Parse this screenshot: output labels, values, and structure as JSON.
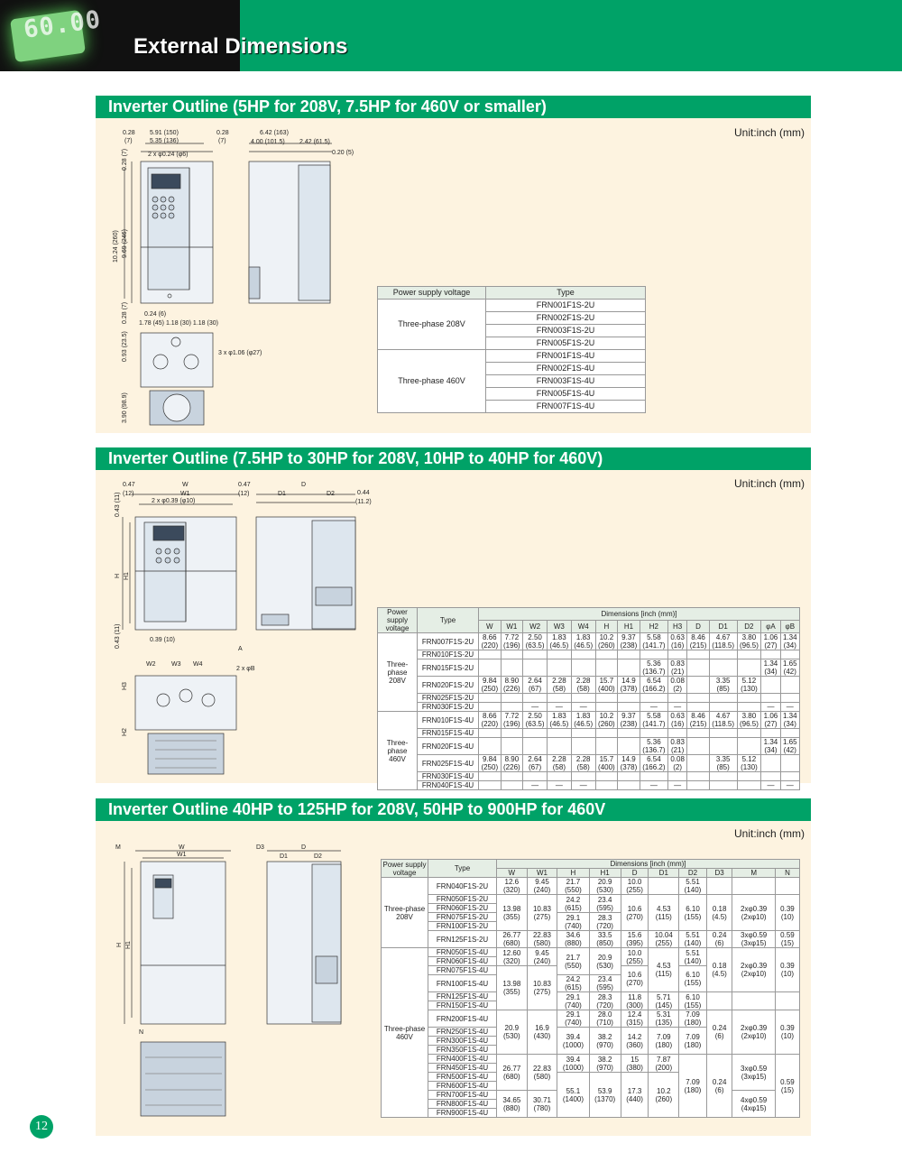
{
  "header": {
    "title": "External Dimensions",
    "lcd_text": "60.00"
  },
  "section1": {
    "title": "Inverter Outline (5HP for 208V, 7.5HP for 460V or smaller)",
    "unit": "Unit:inch (mm)",
    "dims": {
      "d1": "0.28",
      "d1b": "(7)",
      "d2": "5.91 (150)",
      "d3": "5.35 (136)",
      "d4": "0.28",
      "d4b": "(7)",
      "d5": "6.42 (163)",
      "d6": "4.00 (101.5)",
      "d7": "2.42 (61.5)",
      "d8": "0.20 (5)",
      "d9": "2 x φ0.24 (φ6)",
      "d10": "10.24 (260)",
      "d11": "9.69 (246)",
      "d12": "0.28 (7)",
      "d13": "0.28 (7)",
      "d14": "0.24 (6)",
      "d15": "1.78 (45) 1.18 (30) 1.18 (30)",
      "d16": "0.93 (23.5)",
      "d17": "3 x φ1.06 (φ27)",
      "d18": "3.90 (98.9)"
    },
    "table": {
      "headers": [
        "Power supply voltage",
        "Type"
      ],
      "groups": [
        {
          "voltage": "Three-phase 208V",
          "types": [
            "FRN001F1S-2U",
            "FRN002F1S-2U",
            "FRN003F1S-2U",
            "FRN005F1S-2U"
          ]
        },
        {
          "voltage": "Three-phase 460V",
          "types": [
            "FRN001F1S-4U",
            "FRN002F1S-4U",
            "FRN003F1S-4U",
            "FRN005F1S-4U",
            "FRN007F1S-4U"
          ]
        }
      ]
    }
  },
  "section2": {
    "title": "Inverter Outline (7.5HP to 30HP for 208V, 10HP to 40HP for 460V)",
    "unit": "Unit:inch (mm)",
    "dims": {
      "a": "0.47",
      "a2": "(12)",
      "w": "W",
      "w1": "W1",
      "b": "0.47",
      "b2": "(12)",
      "d": "D",
      "dd1": "D1",
      "dd2": "D2",
      "c": "0.44",
      "c2": "(11.2)",
      "e": "2 x φ0.39 (φ10)",
      "f": "0.43 (11)",
      "h": "H",
      "h1": "H1",
      "g": "0.43 (11)",
      "i": "0.39 (10)",
      "w2": "W2",
      "w3": "W3",
      "w4": "W4",
      "aa": "A",
      "bb": "2 x φB",
      "h3": "H3",
      "h2": "H2"
    },
    "table": {
      "col_psv": "Power supply voltage",
      "col_type": "Type",
      "col_dims": "Dimensions [inch (mm)]",
      "dim_cols": [
        "W",
        "W1",
        "W2",
        "W3",
        "W4",
        "H",
        "H1",
        "H2",
        "H3",
        "D",
        "D1",
        "D2",
        "φA",
        "φB"
      ],
      "rows": [
        {
          "v": "Three-phase 208V",
          "type": "FRN007F1S-2U",
          "cells": [
            "8.66 (220)",
            "7.72 (196)",
            "2.50 (63.5)",
            "1.83 (46.5)",
            "1.83 (46.5)",
            "10.2 (260)",
            "9.37 (238)",
            "5.58 (141.7)",
            "0.63 (16)",
            "8.46 (215)",
            "4.67 (118.5)",
            "3.80 (96.5)",
            "1.06 (27)",
            "1.34 (34)"
          ]
        },
        {
          "v": "",
          "type": "FRN010F1S-2U",
          "cells": [
            "",
            "",
            "",
            "",
            "",
            "",
            "",
            "",
            "",
            "",
            "",
            "",
            "",
            ""
          ]
        },
        {
          "v": "",
          "type": "FRN015F1S-2U",
          "cells": [
            "",
            "",
            "",
            "",
            "",
            "",
            "",
            "5.36 (136.7)",
            "0.83 (21)",
            "",
            "",
            "",
            "1.34 (34)",
            "1.65 (42)"
          ]
        },
        {
          "v": "",
          "type": "FRN020F1S-2U",
          "cells": [
            "9.84 (250)",
            "8.90 (226)",
            "2.64 (67)",
            "2.28 (58)",
            "2.28 (58)",
            "15.7 (400)",
            "14.9 (378)",
            "6.54 (166.2)",
            "0.08 (2)",
            "",
            "3.35 (85)",
            "5.12 (130)",
            "",
            ""
          ]
        },
        {
          "v": "",
          "type": "FRN025F1S-2U",
          "cells": [
            "",
            "",
            "",
            "",
            "",
            "",
            "",
            "",
            "",
            "",
            "",
            "",
            "",
            ""
          ]
        },
        {
          "v": "",
          "type": "FRN030F1S-2U",
          "cells": [
            "",
            "",
            "—",
            "—",
            "—",
            "",
            "",
            "—",
            "—",
            "",
            "",
            "",
            "—",
            "—"
          ]
        },
        {
          "v": "Three-phase 460V",
          "type": "FRN010F1S-4U",
          "cells": [
            "8.66 (220)",
            "7.72 (196)",
            "2.50 (63.5)",
            "1.83 (46.5)",
            "1.83 (46.5)",
            "10.2 (260)",
            "9.37 (238)",
            "5.58 (141.7)",
            "0.63 (16)",
            "8.46 (215)",
            "4.67 (118.5)",
            "3.80 (96.5)",
            "1.06 (27)",
            "1.34 (34)"
          ]
        },
        {
          "v": "",
          "type": "FRN015F1S-4U",
          "cells": [
            "",
            "",
            "",
            "",
            "",
            "",
            "",
            "",
            "",
            "",
            "",
            "",
            "",
            ""
          ]
        },
        {
          "v": "",
          "type": "FRN020F1S-4U",
          "cells": [
            "",
            "",
            "",
            "",
            "",
            "",
            "",
            "5.36 (136.7)",
            "0.83 (21)",
            "",
            "",
            "",
            "1.34 (34)",
            "1.65 (42)"
          ]
        },
        {
          "v": "",
          "type": "FRN025F1S-4U",
          "cells": [
            "9.84 (250)",
            "8.90 (226)",
            "2.64 (67)",
            "2.28 (58)",
            "2.28 (58)",
            "15.7 (400)",
            "14.9 (378)",
            "6.54 (166.2)",
            "0.08 (2)",
            "",
            "3.35 (85)",
            "5.12 (130)",
            "",
            ""
          ]
        },
        {
          "v": "",
          "type": "FRN030F1S-4U",
          "cells": [
            "",
            "",
            "",
            "",
            "",
            "",
            "",
            "",
            "",
            "",
            "",
            "",
            "",
            ""
          ]
        },
        {
          "v": "",
          "type": "FRN040F1S-4U",
          "cells": [
            "",
            "",
            "—",
            "—",
            "—",
            "",
            "",
            "—",
            "—",
            "",
            "",
            "",
            "—",
            "—"
          ]
        }
      ]
    }
  },
  "section3": {
    "title": "Inverter Outline 40HP to 125HP for 208V, 50HP to 900HP for 460V",
    "unit": "Unit:inch (mm)",
    "dims": {
      "m": "M",
      "w": "W",
      "w1": "W1",
      "d3": "D3",
      "d": "D",
      "d1": "D1",
      "d2": "D2",
      "h": "H",
      "h1": "H1",
      "n": "N"
    },
    "table": {
      "col_psv": "Power supply voltage",
      "col_type": "Type",
      "col_dims": "Dimensions [inch (mm)]",
      "dim_cols": [
        "W",
        "W1",
        "H",
        "H1",
        "D",
        "D1",
        "D2",
        "D3",
        "M",
        "N"
      ],
      "v208": "Three-phase 208V",
      "v460": "Three-phase 460V",
      "types208": [
        "FRN040F1S-2U",
        "FRN050F1S-2U",
        "FRN060F1S-2U",
        "FRN075F1S-2U",
        "FRN100F1S-2U",
        "FRN125F1S-2U"
      ],
      "types460": [
        "FRN050F1S-4U",
        "FRN060F1S-4U",
        "FRN075F1S-4U",
        "FRN100F1S-4U",
        "FRN125F1S-4U",
        "FRN150F1S-4U",
        "FRN200F1S-4U",
        "FRN250F1S-4U",
        "FRN300F1S-4U",
        "FRN350F1S-4U",
        "FRN400F1S-4U",
        "FRN450F1S-4U",
        "FRN500F1S-4U",
        "FRN600F1S-4U",
        "FRN700F1S-4U",
        "FRN800F1S-4U",
        "FRN900F1S-4U"
      ],
      "vals": {
        "a1": "12.6 (320)",
        "a2": "9.45 (240)",
        "a3": "21.7 (550)",
        "a4": "20.9 (530)",
        "a5": "10.0 (255)",
        "a6": "5.51 (140)",
        "b1": "13.98 (355)",
        "b2": "10.83 (275)",
        "b3": "24.2 (615)",
        "b4": "23.4 (595)",
        "b5": "10.6 (270)",
        "b6": "4.53 (115)",
        "b7": "6.10 (155)",
        "b8": "0.18 (4.5)",
        "b9": "2xφ0.39 (2xφ10)",
        "b10": "0.39 (10)",
        "c3": "29.1 (740)",
        "c4": "28.3 (720)",
        "d1": "26.77 (680)",
        "d2": "22.83 (580)",
        "d3": "34.6 (880)",
        "d4": "33.5 (850)",
        "d5": "15.6 (395)",
        "d6": "10.04 (255)",
        "d7": "5.51 (140)",
        "d8": "0.24 (6)",
        "d9": "3xφ0.59 (3xφ15)",
        "d10": "0.59 (15)",
        "e1": "12.60 (320)",
        "e2": "9.45 (240)",
        "e3": "21.7 (550)",
        "e4": "20.9 (530)",
        "e5": "10.0 (255)",
        "e6": "5.51 (140)",
        "e7": "4.53 (115)",
        "e8": "0.18 (4.5)",
        "e9": "2xφ0.39 (2xφ10)",
        "e10": "0.39 (10)",
        "f1": "13.98 (355)",
        "f2": "10.83 (275)",
        "f3": "24.2 (615)",
        "f4": "23.4 (595)",
        "f5": "10.6 (270)",
        "f7": "6.10 (155)",
        "g3": "29.1 (740)",
        "g4": "28.3 (720)",
        "g5": "11.8 (300)",
        "g6": "5.71 (145)",
        "g7": "6.10 (155)",
        "h1": "20.9 (530)",
        "h2": "16.9 (430)",
        "h3": "29.1 (740)",
        "h4": "28.0 (710)",
        "h5": "12.4 (315)",
        "h6": "5.31 (135)",
        "h7": "7.09 (180)",
        "h8": "0.24 (6)",
        "h9": "2xφ0.39 (2xφ10)",
        "h10": "0.39 (10)",
        "i3": "39.4 (1000)",
        "i4": "38.2 (970)",
        "i5": "14.2 (360)",
        "i6": "7.09 (180)",
        "i7": "7.09 (180)",
        "j1": "26.77 (680)",
        "j2": "22.83 (580)",
        "j3": "39.4 (1000)",
        "j4": "38.2 (970)",
        "j5": "15 (380)",
        "j6": "7.87 (200)",
        "j7": "7.09 (180)",
        "j8": "0.24 (6)",
        "j9": "3xφ0.59 (3xφ15)",
        "j10": "0.59 (15)",
        "k1": "34.65 (880)",
        "k2": "30.71 (780)",
        "k3": "55.1 (1400)",
        "k4": "53.9 (1370)",
        "k5": "17.3 (440)",
        "k6": "10.2 (260)",
        "k9": "4xφ0.59 (4xφ15)"
      }
    }
  },
  "page_number": "12"
}
